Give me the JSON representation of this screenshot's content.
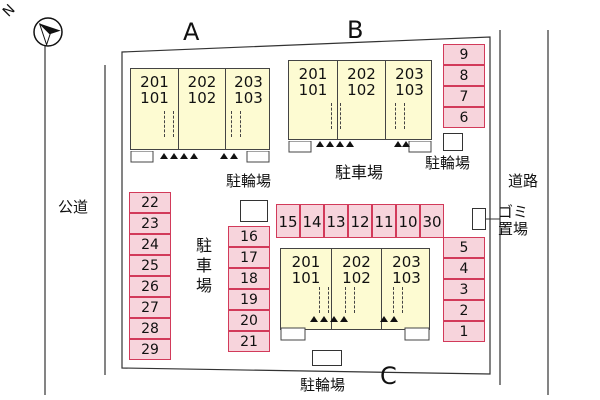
{
  "compass": {
    "label": "N",
    "icon": "north-arrow-icon"
  },
  "buildings": {
    "a": {
      "label": "A",
      "units": [
        {
          "upper": "201",
          "lower": "101"
        },
        {
          "upper": "202",
          "lower": "102"
        },
        {
          "upper": "203",
          "lower": "103"
        }
      ]
    },
    "b": {
      "label": "B",
      "units": [
        {
          "upper": "201",
          "lower": "101"
        },
        {
          "upper": "202",
          "lower": "102"
        },
        {
          "upper": "203",
          "lower": "103"
        }
      ]
    },
    "c": {
      "label": "C",
      "units": [
        {
          "upper": "201",
          "lower": "101"
        },
        {
          "upper": "202",
          "lower": "102"
        },
        {
          "upper": "203",
          "lower": "103"
        }
      ]
    }
  },
  "areas": {
    "parking_center": "駐車場",
    "parking_left": "駐\n車\n場",
    "bicycle_parking_top_right": "駐輪場",
    "bicycle_parking_left": "駐輪場",
    "bicycle_parking_bottom": "駐輪場",
    "garbage": "ゴミ置場",
    "garbage_line1": "ゴミ",
    "garbage_line2": "置場"
  },
  "roads": {
    "public_road": "公道",
    "road": "道路"
  },
  "parking_spaces": {
    "top_right": [
      "9",
      "8",
      "7",
      "6"
    ],
    "right": [
      "5",
      "4",
      "3",
      "2",
      "1"
    ],
    "center_row": [
      "15",
      "14",
      "13",
      "12",
      "11",
      "10",
      "30"
    ],
    "left_inner": [
      "16",
      "17",
      "18",
      "19",
      "20",
      "21"
    ],
    "left_outer": [
      "22",
      "23",
      "24",
      "25",
      "26",
      "27",
      "28",
      "29"
    ]
  },
  "colors": {
    "parking_fill": "#f7d4dc",
    "parking_border": "#d23a5a",
    "building_fill": "#fdfbd2"
  }
}
